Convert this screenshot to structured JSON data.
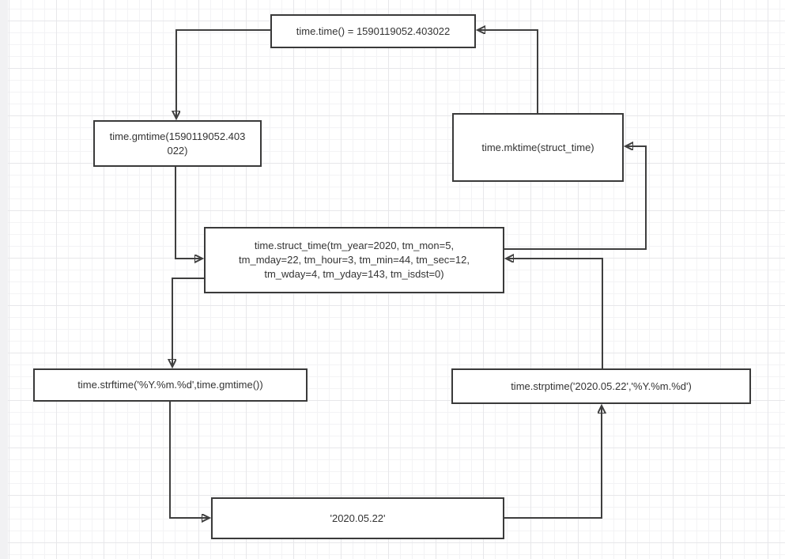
{
  "canvas": {
    "background_color": "#ffffff",
    "grid_minor_color": "#f3f3f5",
    "grid_major_color": "#e7e7ea",
    "node_border_color": "#3a3a3a",
    "arrow_color": "#3f3f3f",
    "text_color": "#333333"
  },
  "nodes": [
    {
      "id": "time-time",
      "label": "time.time() = 1590119052.403022"
    },
    {
      "id": "gmtime",
      "label": "time.gmtime(1590119052.403\n022)"
    },
    {
      "id": "mktime",
      "label": "time.mktime(struct_time)"
    },
    {
      "id": "struct-time",
      "label": "time.struct_time(tm_year=2020, tm_mon=5,\ntm_mday=22, tm_hour=3, tm_min=44, tm_sec=12,\ntm_wday=4, tm_yday=143, tm_isdst=0)"
    },
    {
      "id": "strftime",
      "label": "time.strftime('%Y.%m.%d',time.gmtime())"
    },
    {
      "id": "strptime",
      "label": "time.strptime('2020.05.22','%Y.%m.%d')"
    },
    {
      "id": "date-string",
      "label": "'2020.05.22'"
    }
  ],
  "edges": [
    {
      "from": "time-time",
      "to": "gmtime"
    },
    {
      "from": "gmtime",
      "to": "struct-time"
    },
    {
      "from": "struct-time",
      "to": "strftime"
    },
    {
      "from": "strftime",
      "to": "date-string"
    },
    {
      "from": "date-string",
      "to": "strptime"
    },
    {
      "from": "strptime",
      "to": "struct-time"
    },
    {
      "from": "struct-time",
      "to": "mktime"
    },
    {
      "from": "mktime",
      "to": "time-time"
    }
  ]
}
